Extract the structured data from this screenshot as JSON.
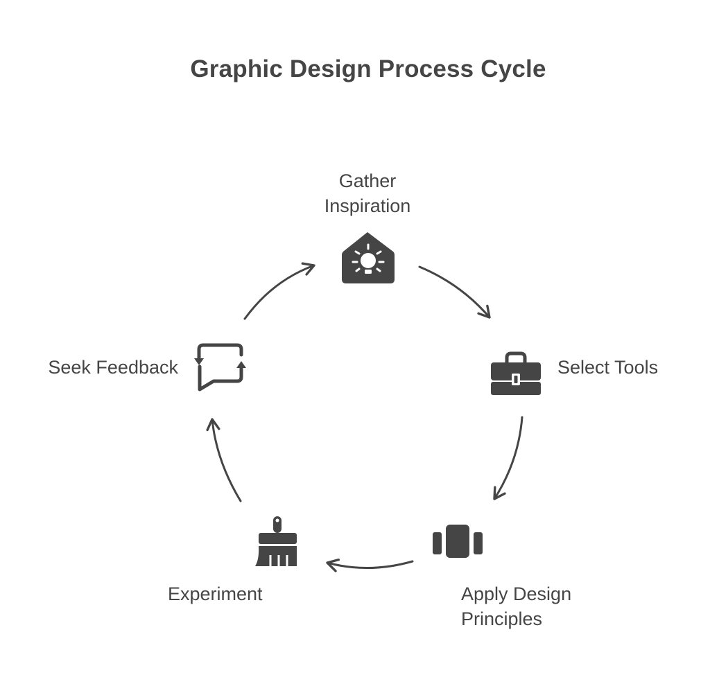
{
  "title": "Graphic Design Process Cycle",
  "colors": {
    "ink": "#454545",
    "background": "#ffffff"
  },
  "steps": [
    {
      "label_lines": [
        "Gather",
        "Inspiration"
      ],
      "icon": "lightbulb-house-icon"
    },
    {
      "label_lines": [
        "Select Tools"
      ],
      "icon": "toolbox-icon"
    },
    {
      "label_lines": [
        "Apply Design",
        "Principles"
      ],
      "icon": "columns-icon"
    },
    {
      "label_lines": [
        "Experiment"
      ],
      "icon": "paintbrush-icon"
    },
    {
      "label_lines": [
        "Seek Feedback"
      ],
      "icon": "chat-refresh-icon"
    }
  ]
}
